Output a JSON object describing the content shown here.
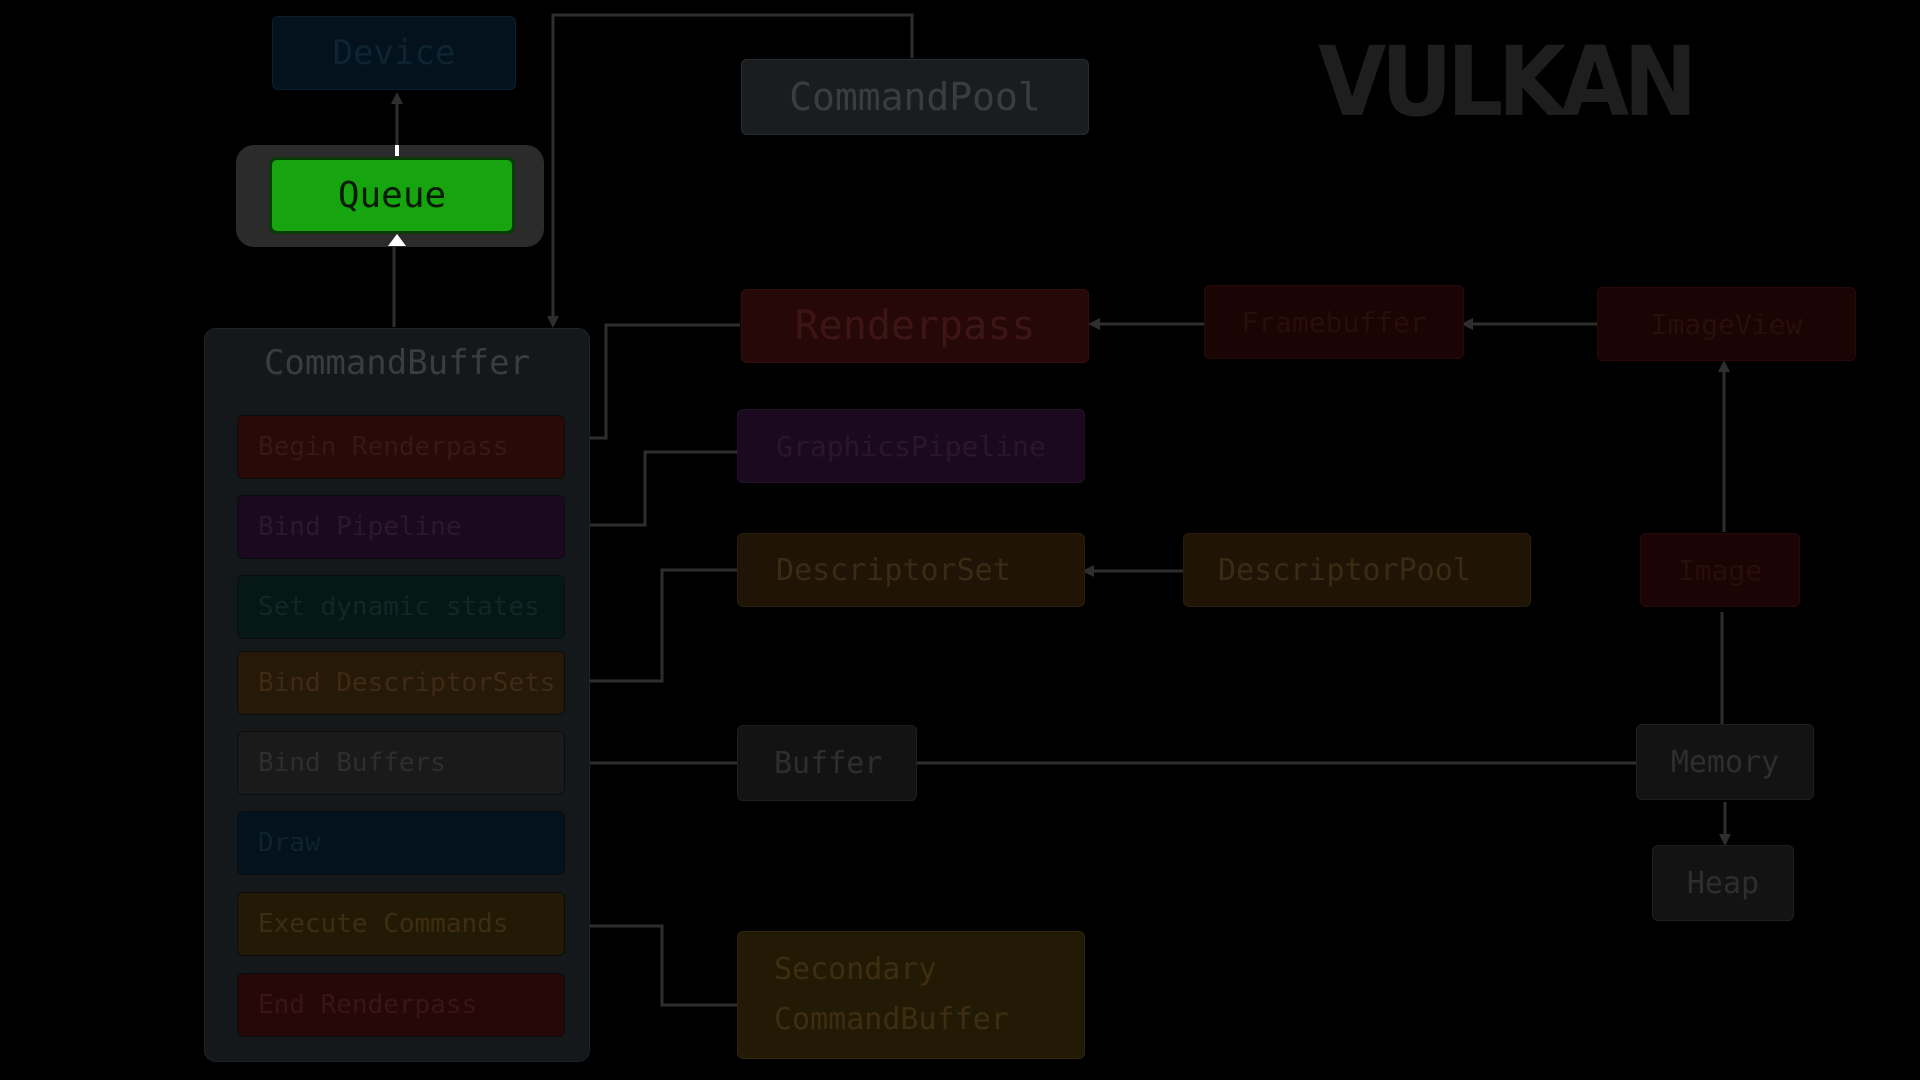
{
  "title": "VULKAN",
  "colors": {
    "background": "#000000",
    "wire": "#2e2e2e",
    "queue_green": "#16a40f",
    "queue_frame": "#2b2b2b",
    "panel": "#15181a"
  },
  "nodes": {
    "device": "Device",
    "queue": "Queue",
    "command_pool": "CommandPool",
    "command_buffer": "CommandBuffer",
    "renderpass": "Renderpass",
    "framebuffer": "Framebuffer",
    "image_view": "ImageView",
    "graphics_pipeline": "GraphicsPipeline",
    "descriptor_set": "DescriptorSet",
    "descriptor_pool": "DescriptorPool",
    "image": "Image",
    "buffer": "Buffer",
    "memory": "Memory",
    "heap": "Heap",
    "secondary_line1": "Secondary",
    "secondary_line2": "CommandBuffer"
  },
  "command_buffer_items": [
    "Begin Renderpass",
    "Bind Pipeline",
    "Set dynamic states",
    "Bind DescriptorSets",
    "Bind Buffers",
    "Draw",
    "Execute Commands",
    "End Renderpass"
  ]
}
